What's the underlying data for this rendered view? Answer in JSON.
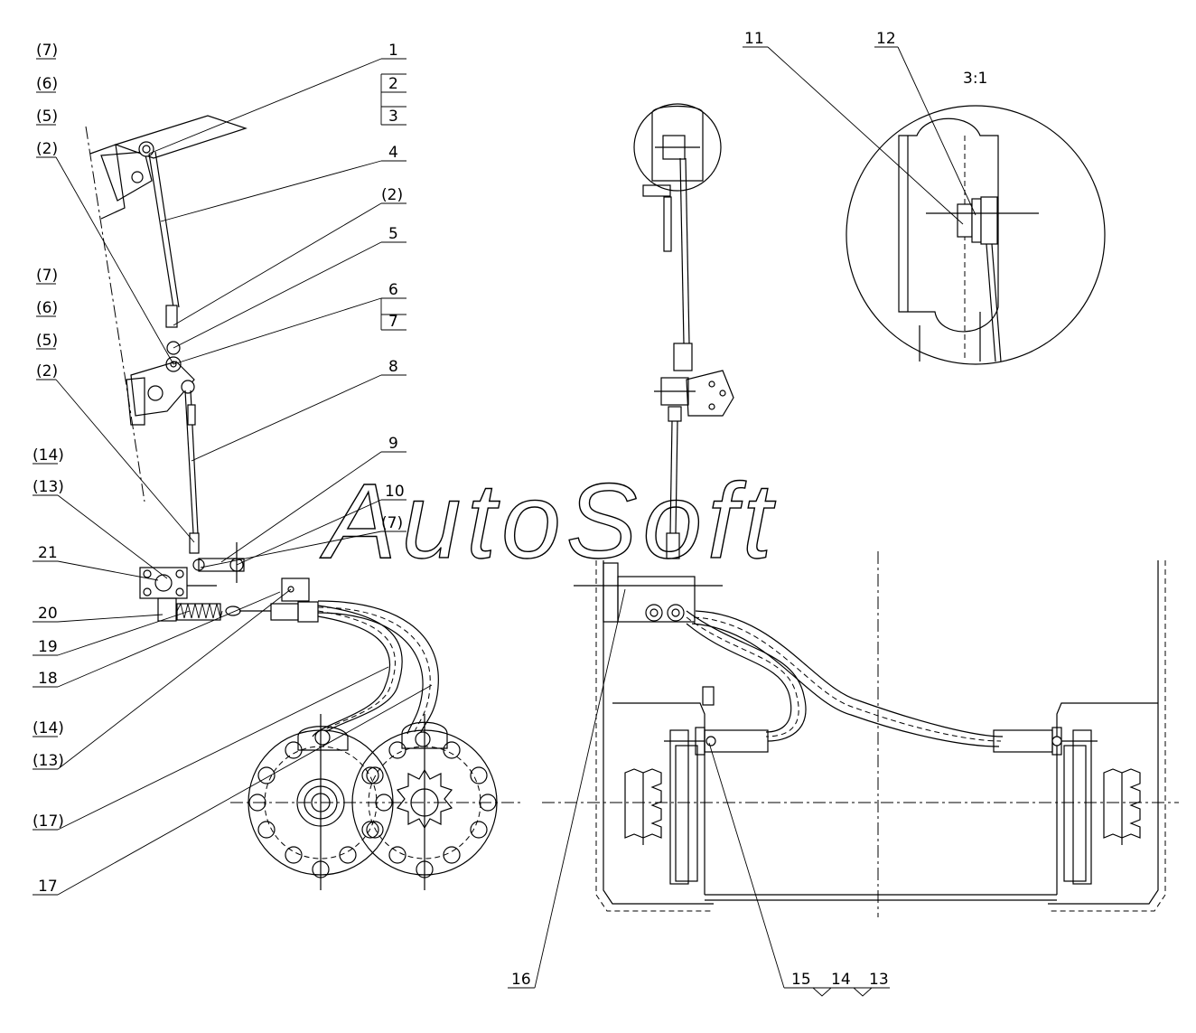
{
  "watermark": "AutoSoft",
  "view_label": "3:1",
  "labels_left": {
    "l1": "(7)",
    "l2": "(6)",
    "l3": "(5)",
    "l4": "(2)",
    "l5": "(7)",
    "l6": "(6)",
    "l7": "(5)",
    "l8": "(2)",
    "l9": "(14)",
    "l10": "(13)",
    "l11": "21",
    "l12": "20",
    "l13": "19",
    "l14": "18",
    "l15": "(14)",
    "l16": "(13)",
    "l17": "(17)",
    "l18": "17"
  },
  "labels_right": {
    "r1": "1",
    "r2": "2",
    "r3": "3",
    "r4": "4",
    "r5": "(2)",
    "r6": "5",
    "r7": "6",
    "r8": "7",
    "r9": "8",
    "r10": "9",
    "r11": "10",
    "r12": "(7)"
  },
  "labels_top": {
    "t11": "11",
    "t12": "12"
  },
  "labels_bottom": {
    "b16": "16",
    "b15": "15",
    "b14": "14",
    "b13": "13"
  }
}
